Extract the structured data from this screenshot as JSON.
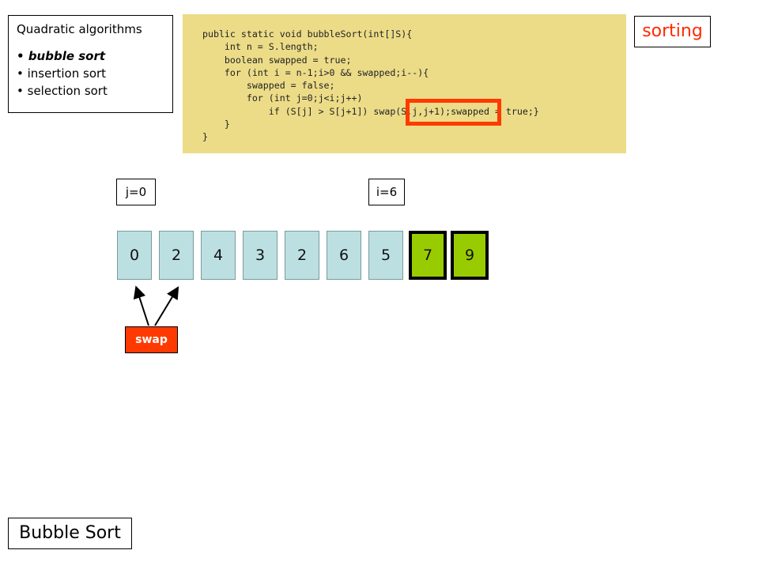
{
  "sidebar": {
    "heading": "Quadratic algorithms",
    "items": [
      {
        "label": "bubble sort",
        "active": true
      },
      {
        "label": "insertion sort",
        "active": false
      },
      {
        "label": "selection sort",
        "active": false
      }
    ]
  },
  "code": {
    "lines": [
      "public static void bubbleSort(int[]S){",
      "    int n = S.length;",
      "    boolean swapped = true;",
      "    for (int i = n-1;i>0 && swapped;i--){",
      "        swapped = false;",
      "        for (int j=0;j<i;j++)",
      "            if (S[j] > S[j+1]) swap(S,j,j+1);swapped = true;}",
      "    }",
      "}"
    ]
  },
  "topic_label": "sorting",
  "indices": {
    "j": "j=0",
    "i": "i=6"
  },
  "array": {
    "values": [
      "0",
      "2",
      "4",
      "3",
      "2",
      "6",
      "5",
      "7",
      "9"
    ],
    "sorted_from": 7
  },
  "swap_label": "swap",
  "title": "Bubble Sort",
  "colors": {
    "cell": "#bce0e2",
    "sorted": "#99cc00",
    "highlight": "#ff3a00",
    "code_bg": "#ecdc88"
  }
}
